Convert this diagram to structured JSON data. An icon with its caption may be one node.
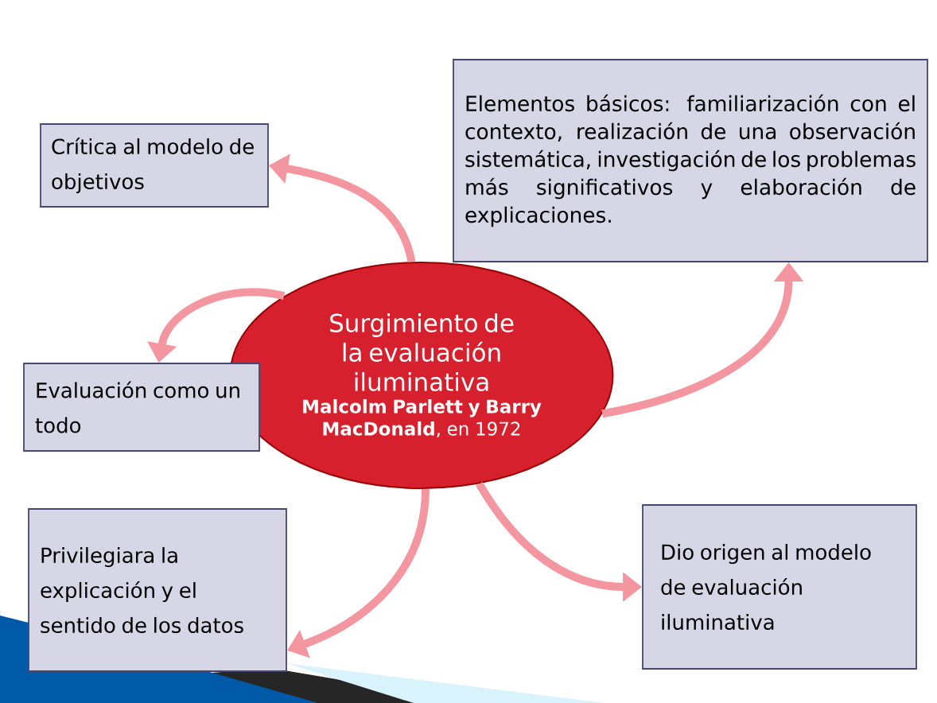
{
  "diagram": {
    "nodes": [
      {
        "text": [
          "Surgimiento de la evaluación iluminativa",
          "**Malcolm Parlett y Barry MacDonald**, en 1972"
        ]
      },
      {
        "text": [
          "Crítica al modelo de objetivos"
        ]
      },
      {
        "text": [
          "Elementos básicos: familiarización con el contexto, realización de una observación sistemática, investigación de los problemas más significativos y elaboración de explicaciones."
        ]
      },
      {
        "text": [
          "Evaluación como un todo"
        ]
      },
      {
        "text": [
          "Privilegiara la explicación y el sentido de los datos"
        ]
      },
      {
        "text": [
          "Dio origen al modelo de evaluación iluminativa"
        ]
      }
    ],
    "edges": [
      {
        "from": 0,
        "to": 1,
        "arrow": "to"
      },
      {
        "from": 0,
        "to": 2,
        "arrow": "to"
      },
      {
        "from": 0,
        "to": 3,
        "arrow": "to"
      },
      {
        "from": 0,
        "to": 4,
        "arrow": "to"
      },
      {
        "from": 0,
        "to": 5,
        "arrow": "to"
      }
    ]
  }
}
